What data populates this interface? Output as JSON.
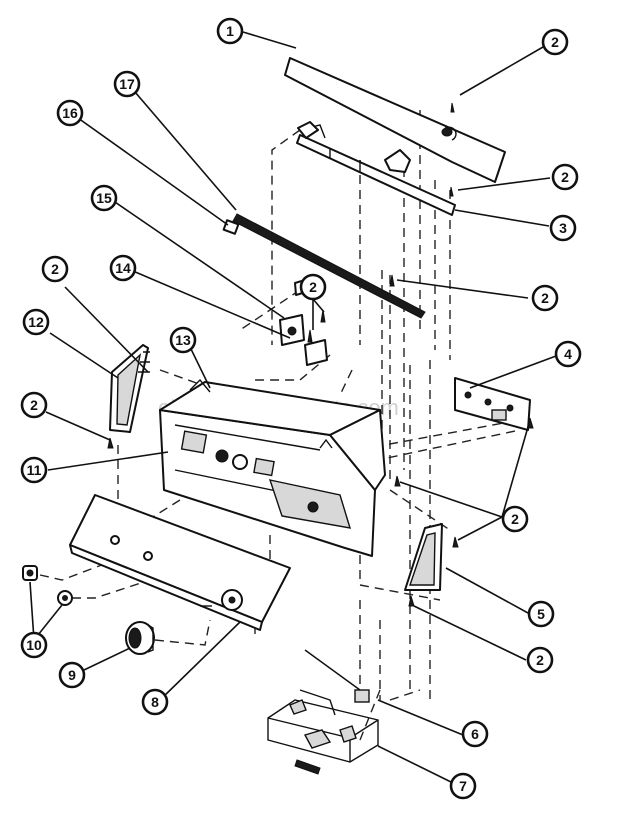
{
  "watermark": "eReplacementParts.com",
  "callouts": [
    "1",
    "2",
    "2",
    "3",
    "17",
    "16",
    "15",
    "14",
    "2",
    "2",
    "12",
    "13",
    "2",
    "4",
    "2",
    "11",
    "2",
    "5",
    "10",
    "9",
    "8",
    "2",
    "6",
    "7"
  ]
}
